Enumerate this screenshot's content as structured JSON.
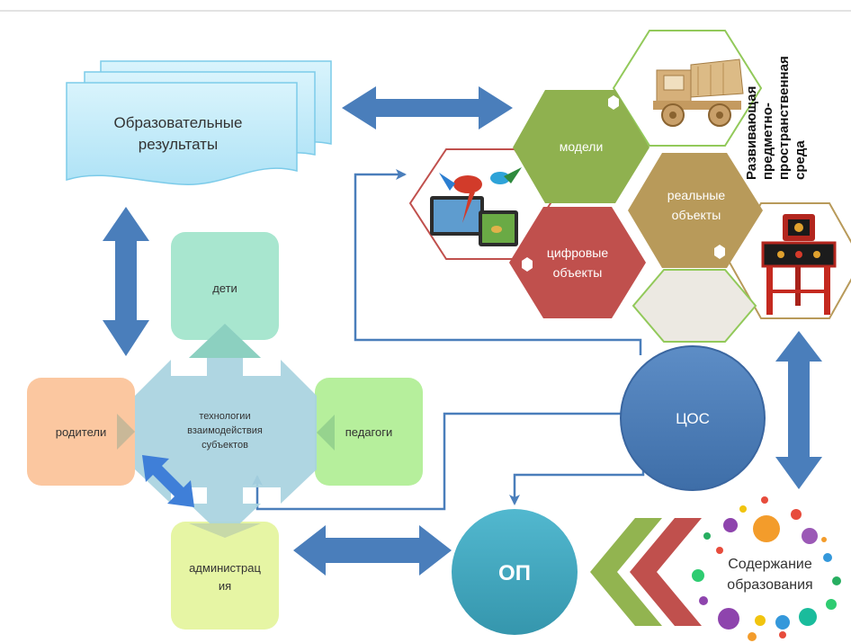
{
  "diagram": {
    "results_label_line1": "Образовательные",
    "results_label_line2": "результаты",
    "hex_models": "модели",
    "hex_real_line1": "реальные",
    "hex_real_line2": "объекты",
    "hex_digital_line1": "цифровые",
    "hex_digital_line2": "объекты",
    "vertical_title_line1": "Развивающая",
    "vertical_title_line2": "предметно-",
    "vertical_title_line3": "пространственная",
    "vertical_title_line4": "среда",
    "box_children": "дети",
    "box_parents": "родители",
    "box_teachers": "педагоги",
    "box_admin_line1": "администрац",
    "box_admin_line2": "ия",
    "center_line1": "технологии",
    "center_line2": "взаимодействия",
    "center_line3": "субъектов",
    "circle_tsos": "ЦОС",
    "circle_op": "ОП",
    "content_line1": "Содержание",
    "content_line2": "образования"
  },
  "colors": {
    "arrow_blue": "#4a7ebb",
    "wave_fill": "#bfeafa",
    "hex_green": "#8fb14f",
    "hex_tan": "#b89a5a",
    "hex_red": "#c0504d",
    "hex_outline_green": "#92c95a",
    "circle_tsos": "#4f7fb8",
    "circle_op": "#45a9c1",
    "box_children": "#a8e6cf",
    "box_parents": "#fbc7a0",
    "box_teachers": "#b6ef9c",
    "box_admin": "#e6f5a4",
    "cross": "#a8d3e0",
    "chevron_green": "#92b450",
    "chevron_red": "#c0504d"
  },
  "icons": [
    "wooden-truck-image",
    "parrots-tablet-image",
    "painted-chair-image"
  ]
}
